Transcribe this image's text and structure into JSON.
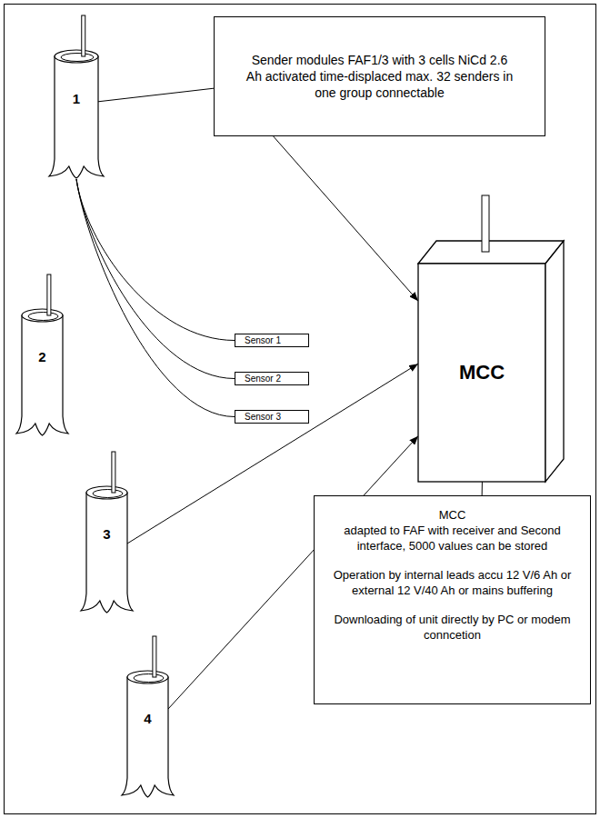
{
  "diagram": {
    "nodes": [
      {
        "text": [
          "1"
        ]
      },
      {
        "text": [
          "Sender modules FAF1/3 with 3 cells NiCd 2.6 Ah activated time-displaced max. 32 senders in one group connectable"
        ]
      },
      {
        "text": [
          "Sensor 1"
        ]
      },
      {
        "text": [
          "Sensor 2"
        ]
      },
      {
        "text": [
          "Sensor 3"
        ]
      },
      {
        "text": [
          "2"
        ]
      },
      {
        "text": [
          "MCC"
        ]
      },
      {
        "text": [
          "3"
        ]
      },
      {
        "text": [
          "4"
        ]
      },
      {
        "text": [
          "MCC",
          "adapted to FAF with receiver and Second interface, 5000 values can be stored",
          "Operation by internal leads accu 12 V/6 Ah or external 12 V/40 Ah or mains buffering",
          "Downloading of unit directly by PC or modem conncetion"
        ]
      }
    ],
    "edges": [
      {
        "from": 1,
        "to": 0,
        "arrow": "none"
      },
      {
        "from": 1,
        "to": 6,
        "arrow": "to"
      },
      {
        "from": 0,
        "to": 2,
        "arrow": "none"
      },
      {
        "from": 0,
        "to": 3,
        "arrow": "none"
      },
      {
        "from": 0,
        "to": 4,
        "arrow": "none"
      },
      {
        "from": 7,
        "to": 6,
        "arrow": "to"
      },
      {
        "from": 8,
        "to": 6,
        "arrow": "to"
      },
      {
        "from": 6,
        "to": 9,
        "arrow": "none"
      }
    ]
  }
}
